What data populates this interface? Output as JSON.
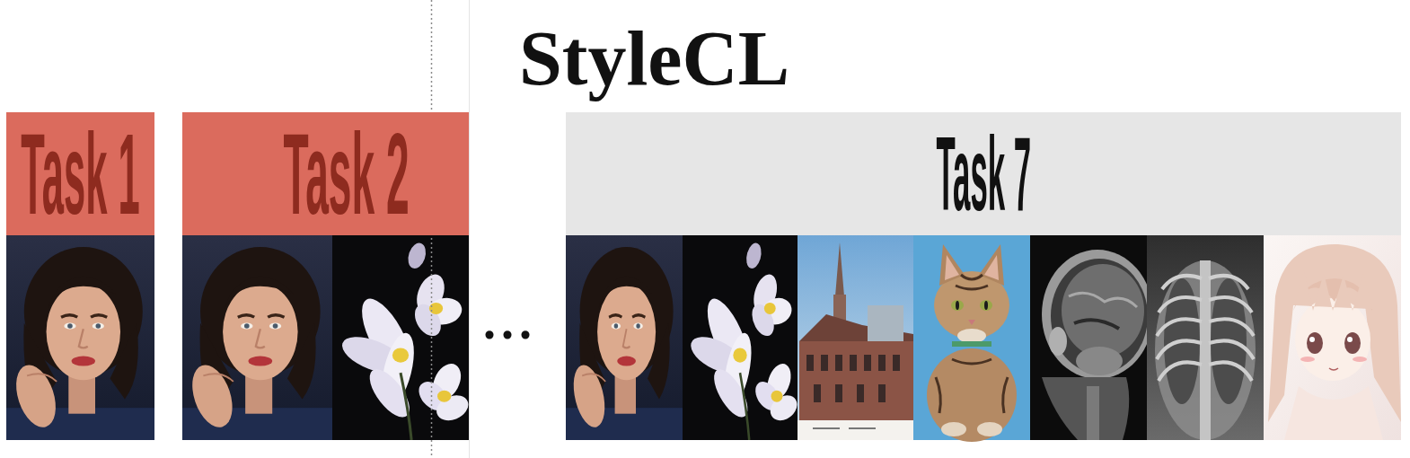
{
  "diagram": {
    "title": "StyleCL",
    "nodes": [
      {
        "text": [
          "Task 1"
        ]
      },
      {
        "text": [
          "Task 2"
        ]
      },
      {
        "text": [
          "Task 7"
        ]
      }
    ],
    "labels": [
      "..."
    ]
  }
}
